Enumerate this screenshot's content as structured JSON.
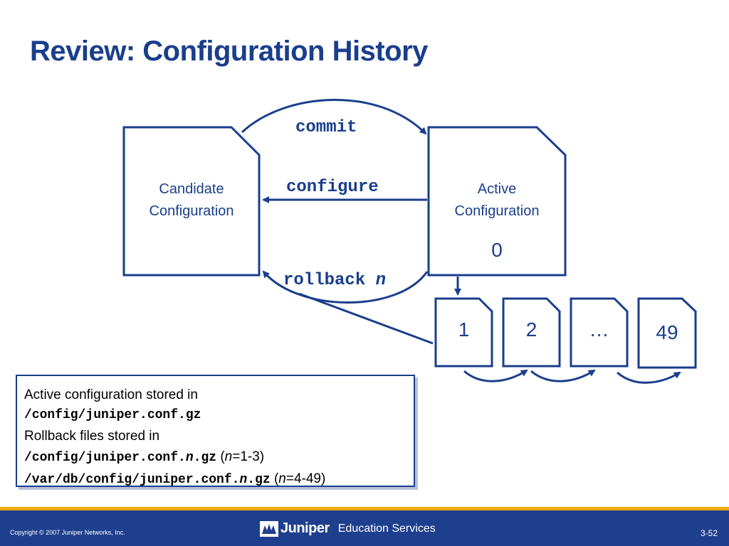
{
  "slide": {
    "title": "Review: Configuration History"
  },
  "diagram": {
    "candidate": {
      "line1": "Candidate",
      "line2": "Configuration"
    },
    "active": {
      "line1": "Active",
      "line2": "Configuration",
      "number": "0"
    },
    "arrows": {
      "commit": "commit",
      "configure": "configure",
      "rollback_cmd": "rollback",
      "rollback_var": "n"
    },
    "rollback_files": [
      "1",
      "2",
      "…",
      "49"
    ]
  },
  "info": {
    "line1": "Active configuration stored in",
    "line2_code": "/config/juniper.conf.gz",
    "line3": "Rollback files stored in",
    "line4_code_a": "/config/juniper.conf.",
    "line4_code_n": "n",
    "line4_code_b": ".gz",
    "line4_paren_open": " (",
    "line4_n": "n",
    "line4_range": "=1-3)",
    "line5_code_a": "/var/db/config/juniper.conf.",
    "line5_code_n": "n",
    "line5_code_b": ".gz",
    "line5_paren_open": " (",
    "line5_n": "n",
    "line5_range": "=4-49)"
  },
  "footer": {
    "copyright": "Copyright © 2007 Juniper Networks, Inc.",
    "brand": "Juniper",
    "tagline": "Education Services",
    "page": "3-52"
  },
  "colors": {
    "primary": "#1a3e8c",
    "footer_bg": "#1e3f8d",
    "footer_accent": "#f2a900"
  }
}
